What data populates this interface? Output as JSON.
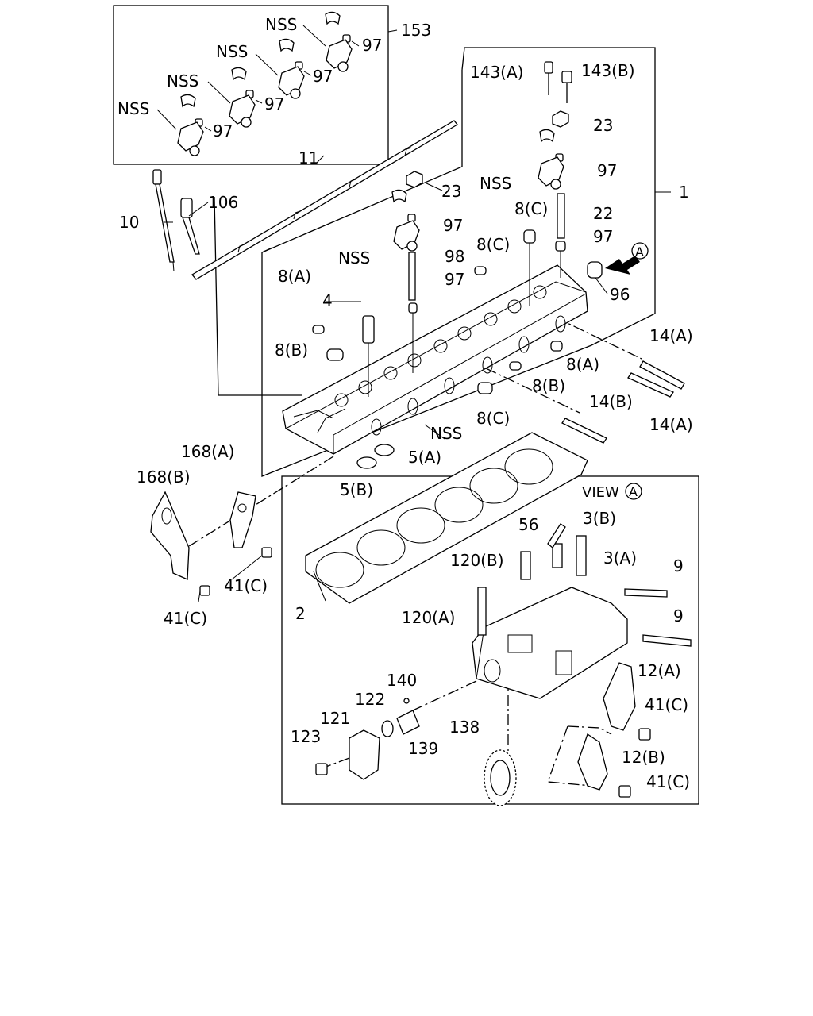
{
  "labels": {
    "l153": "153",
    "nss1": "NSS",
    "l97a": "97",
    "nss2": "NSS",
    "l97b": "97",
    "nss3": "NSS",
    "l97c": "97",
    "nss4": "NSS",
    "l97d": "97",
    "l143a": "143(A)",
    "l143b": "143(B)",
    "l23a": "23",
    "l97e": "97",
    "nss5": "NSS",
    "l1": "1",
    "l11": "11",
    "l23b": "23",
    "l97f": "97",
    "nss6": "NSS",
    "l98": "98",
    "l97g": "97",
    "l8c1": "8(C)",
    "l22": "22",
    "l97h": "97",
    "l8c2": "8(C)",
    "l10": "10",
    "l106": "106",
    "l8a1": "8(A)",
    "l4": "4",
    "l96": "96",
    "l8b1": "8(B)",
    "l8a2": "8(A)",
    "l14a1": "14(A)",
    "l8b2": "8(B)",
    "l14a2": "14(A)",
    "l14b": "14(B)",
    "l8c3": "8(C)",
    "nss7": "NSS",
    "l5a": "5(A)",
    "l5b": "5(B)",
    "l168a": "168(A)",
    "l168b": "168(B)",
    "l41c1": "41(C)",
    "l41c2": "41(C)",
    "l2": "2",
    "view": "VIEW",
    "view_circle": "A",
    "arrow_circle": "A",
    "l56": "56",
    "l3b": "3(B)",
    "l120b": "120(B)",
    "l3a": "3(A)",
    "l9a": "9",
    "l120a": "120(A)",
    "l9b": "9",
    "l140": "140",
    "l12a": "12(A)",
    "l122": "122",
    "l41c3": "41(C)",
    "l121": "121",
    "l138": "138",
    "l123": "123",
    "l139": "139",
    "l12b": "12(B)",
    "l41c4": "41(C)"
  }
}
